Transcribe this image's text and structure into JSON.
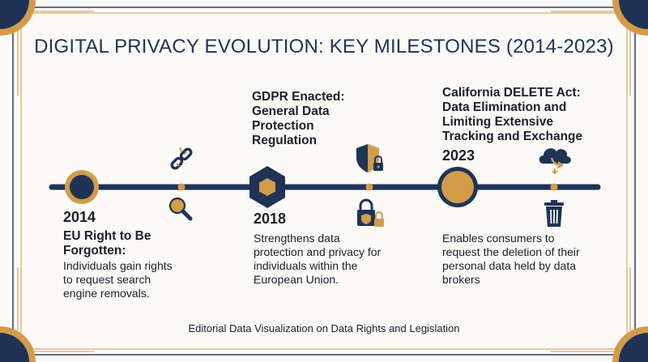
{
  "title": "DIGITAL PRIVACY EVOLUTION: KEY MILESTONES (2014-2023)",
  "milestones": [
    {
      "year": "2014",
      "heading": "EU Right to Be Forgotten:",
      "description": "Individuals gain rights to request search engine removals."
    },
    {
      "year": "2018",
      "heading": "GDPR Enacted: General Data Protection Regulation",
      "description": "Strengthens data protection and privacy for individuals within the European Union."
    },
    {
      "year": "2023",
      "heading": "California DELETE Act: Data Elimination and Limiting Extensive Tracking and Exchange",
      "description": "Enables consumers to request the deletion of their personal data held by data brokers"
    }
  ],
  "icons": [
    "broken-link-icon",
    "magnifier-icon",
    "shield-lock-icon",
    "padlock-shield-icon",
    "cloud-download-icon",
    "trash-icon"
  ],
  "colors": {
    "navy": "#1e3356",
    "gold": "#d39b4a",
    "background": "#fbfaf6"
  },
  "footer": "Editorial Data Visualization on Data Rights and Legislation"
}
